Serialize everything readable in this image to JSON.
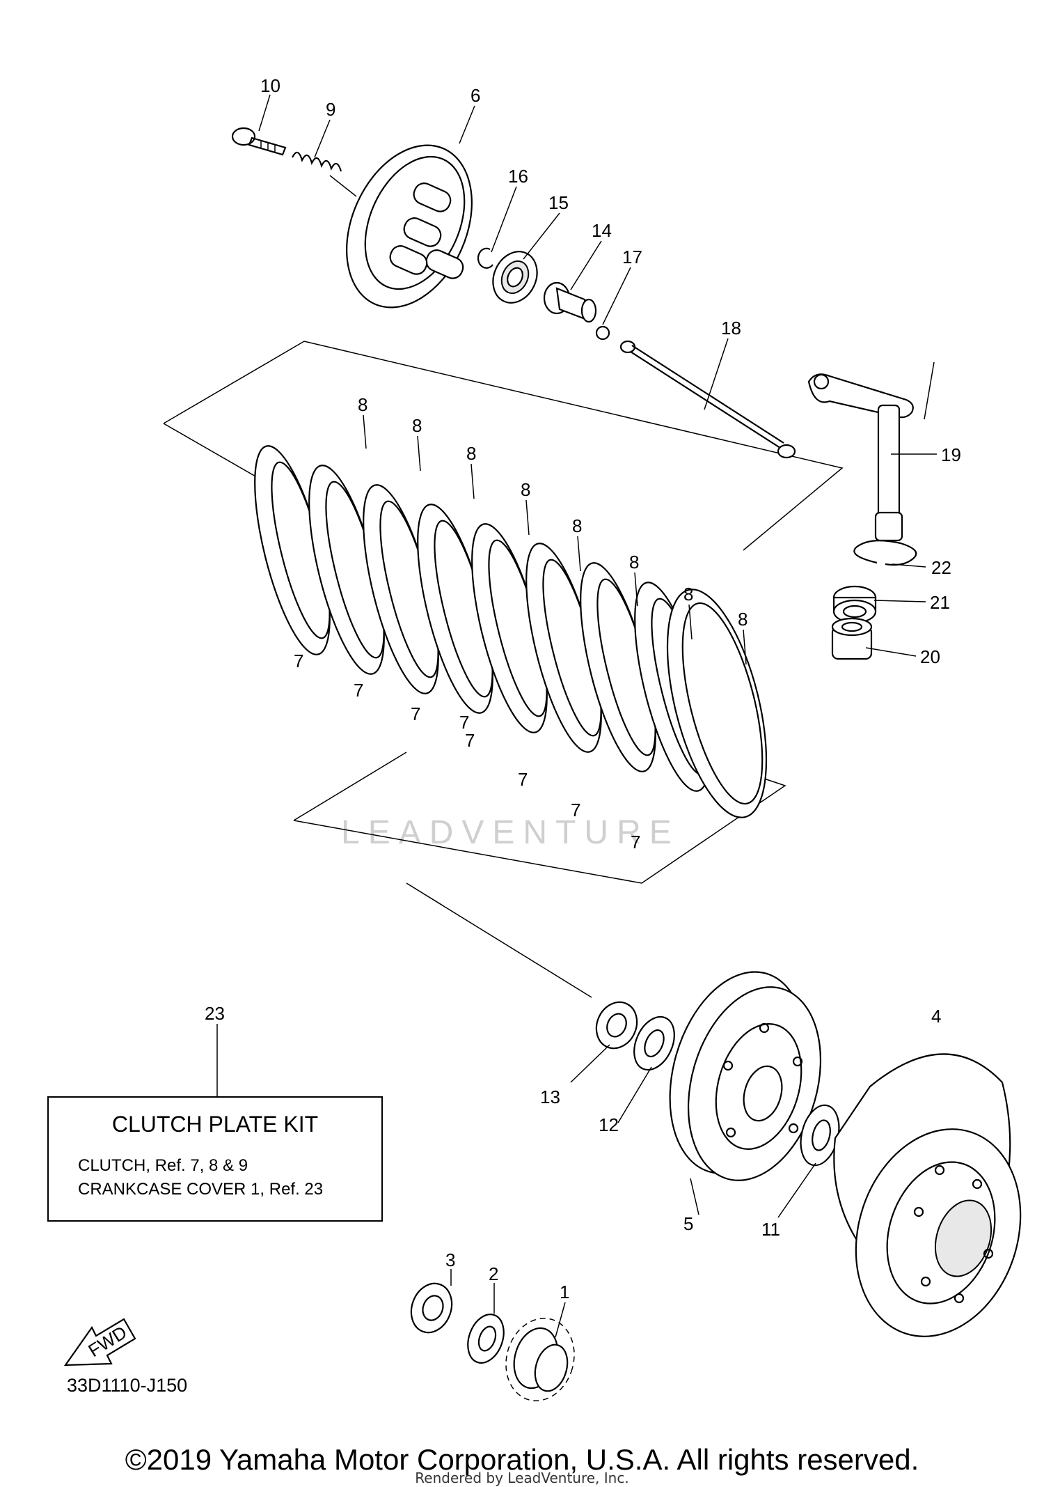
{
  "callouts": {
    "c1": "1",
    "c2": "2",
    "c3": "3",
    "c4": "4",
    "c5": "5",
    "c6": "6",
    "c7": "7",
    "c8": "8",
    "c9": "9",
    "c10": "10",
    "c11": "11",
    "c12": "12",
    "c13": "13",
    "c14": "14",
    "c15": "15",
    "c16": "16",
    "c17": "17",
    "c18": "18",
    "c19": "19",
    "c20": "20",
    "c21": "21",
    "c22": "22",
    "c23": "23"
  },
  "kit": {
    "title": "CLUTCH PLATE KIT",
    "line1": "CLUTCH, Ref. 7, 8 & 9",
    "line2": "CRANKCASE COVER 1, Ref. 23"
  },
  "fwd_label": "FWD",
  "diagram_code": "33D1110-J150",
  "watermark": "LEADVENTURE",
  "copyright": "©2019 Yamaha Motor Corporation, U.S.A. All rights reserved.",
  "rendered_by": "Rendered by LeadVenture, Inc."
}
